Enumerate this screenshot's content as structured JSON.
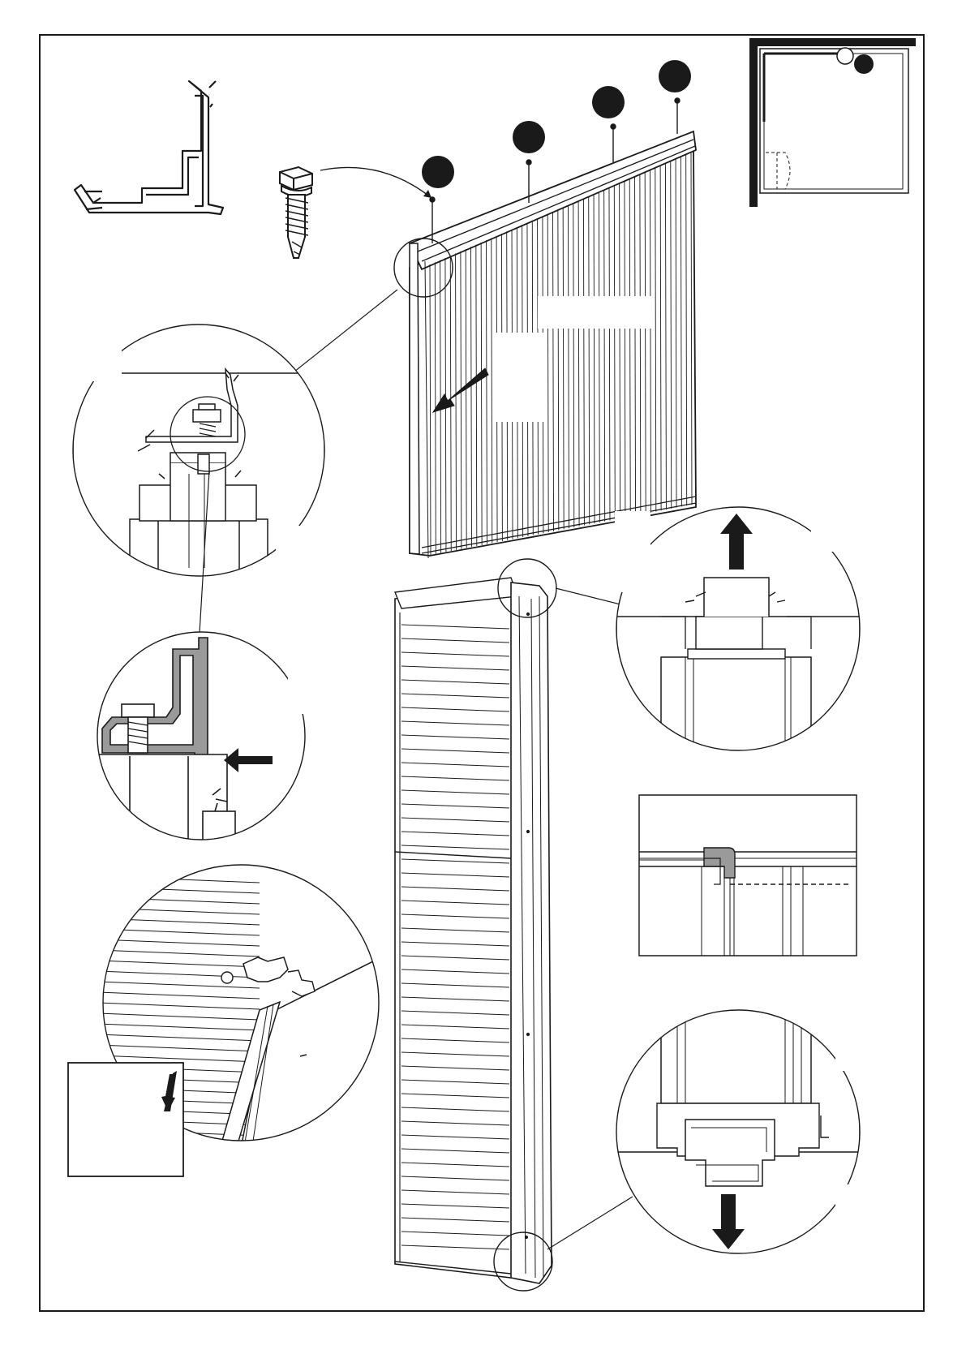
{
  "sheet": {
    "ink": "#1a1a1a",
    "marker_fill": "#1a1a1a",
    "highlight_fill": "#9a9a9a",
    "paper": "#ffffff"
  },
  "step_markers": {
    "count": 4,
    "style": "filled-black-circle"
  },
  "details": [
    {
      "id": "profile-section",
      "kind": "corner-profile"
    },
    {
      "id": "self-drilling-screw",
      "kind": "fastener"
    },
    {
      "id": "top-panel",
      "kind": "panel-with-channel",
      "markers": 4
    },
    {
      "id": "location-plan",
      "kind": "corner-locator"
    },
    {
      "id": "zoom-screw-joint",
      "kind": "magnifier"
    },
    {
      "id": "zoom-profile-push",
      "kind": "magnifier",
      "arrow": "left"
    },
    {
      "id": "upright-panel",
      "kind": "panel-vertical"
    },
    {
      "id": "zoom-top-lift",
      "kind": "magnifier",
      "arrow": "up"
    },
    {
      "id": "alignment-inset",
      "kind": "inset-box"
    },
    {
      "id": "zoom-edge-slide",
      "kind": "magnifier",
      "arrow": "up"
    },
    {
      "id": "zoom-bottom-drop",
      "kind": "magnifier",
      "arrow": "down"
    }
  ]
}
